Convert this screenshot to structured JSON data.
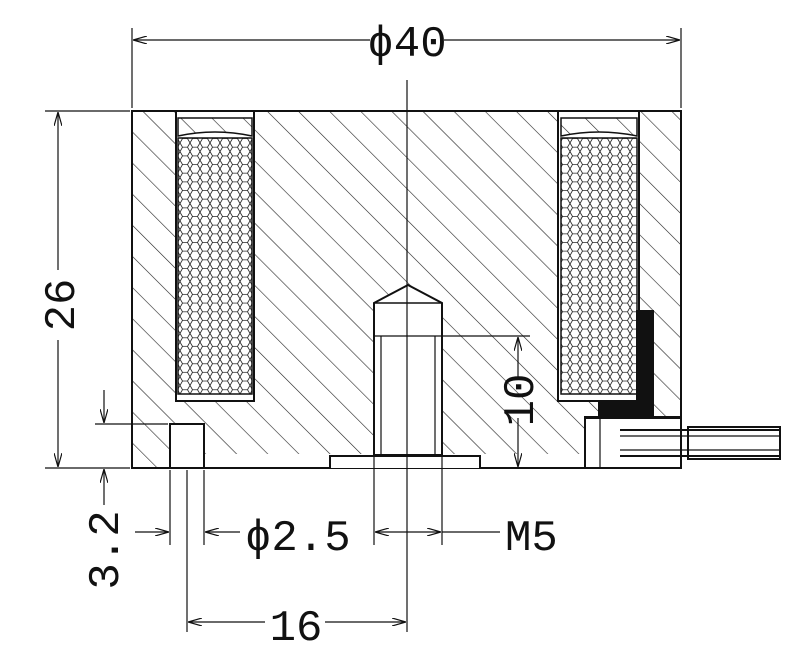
{
  "dimensions": {
    "outer_diameter": "ϕ40",
    "height": "26",
    "recess_depth": "3.2",
    "hole_diameter": "ϕ2.5",
    "thread": "M5",
    "thread_depth": "10",
    "hole_offset": "16"
  },
  "colors": {
    "line": "#111111",
    "background": "#ffffff"
  }
}
